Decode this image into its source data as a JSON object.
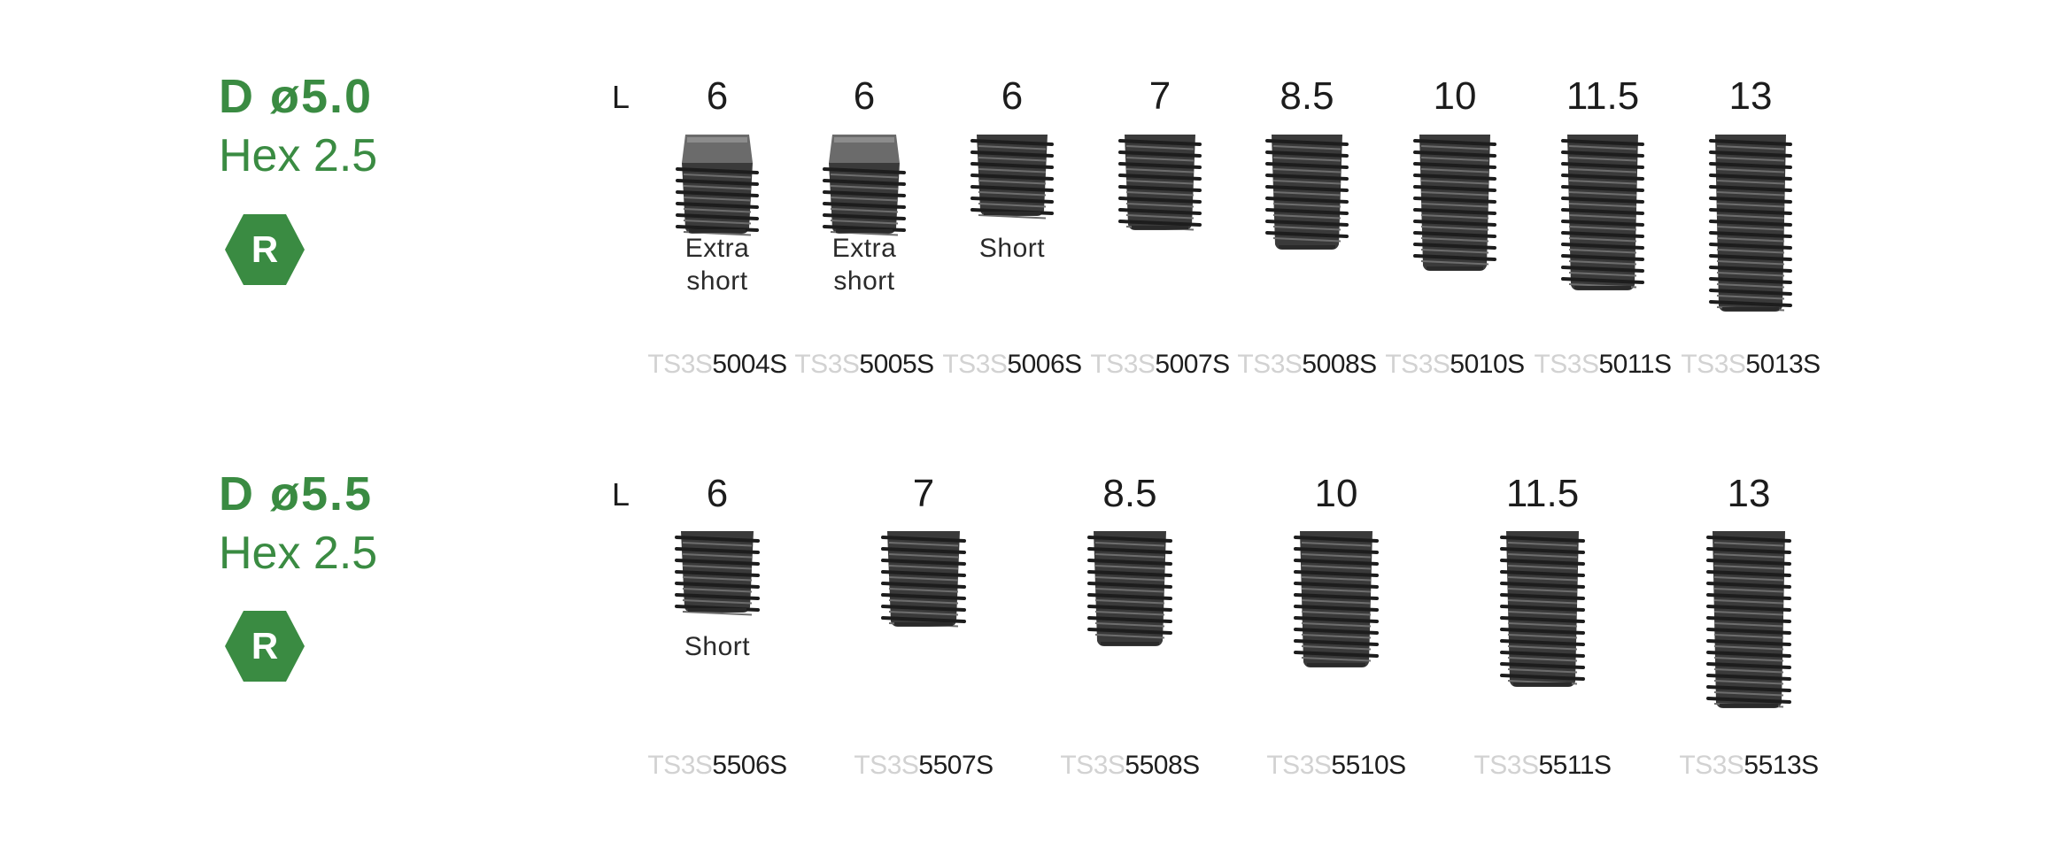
{
  "colors": {
    "brand_green": "#3a8b42",
    "implant_dark": "#3a3a3a"
  },
  "sections": [
    {
      "diameter_label": "D ø5.0",
      "hex_label": "Hex 2.5",
      "badge": {
        "icon": "hexagon-r-badge-icon",
        "letter": "R"
      },
      "length_header": "L",
      "implants": [
        {
          "length": "6",
          "caption": [
            "Extra",
            "short"
          ],
          "code_prefix": "TS3S",
          "code_suffix": "5004S",
          "collar": true,
          "body_ratio": 0.4
        },
        {
          "length": "6",
          "caption": [
            "Extra",
            "short"
          ],
          "code_prefix": "TS3S",
          "code_suffix": "5005S",
          "collar": true,
          "body_ratio": 0.4
        },
        {
          "length": "6",
          "caption": [
            "Short"
          ],
          "code_prefix": "TS3S",
          "code_suffix": "5006S",
          "collar": false,
          "body_ratio": 0.46
        },
        {
          "length": "7",
          "caption": [],
          "code_prefix": "TS3S",
          "code_suffix": "5007S",
          "collar": false,
          "body_ratio": 0.54
        },
        {
          "length": "8.5",
          "caption": [],
          "code_prefix": "TS3S",
          "code_suffix": "5008S",
          "collar": false,
          "body_ratio": 0.65
        },
        {
          "length": "10",
          "caption": [],
          "code_prefix": "TS3S",
          "code_suffix": "5010S",
          "collar": false,
          "body_ratio": 0.77
        },
        {
          "length": "11.5",
          "caption": [],
          "code_prefix": "TS3S",
          "code_suffix": "5011S",
          "collar": false,
          "body_ratio": 0.88
        },
        {
          "length": "13",
          "caption": [],
          "code_prefix": "TS3S",
          "code_suffix": "5013S",
          "collar": false,
          "body_ratio": 1.0
        }
      ]
    },
    {
      "diameter_label": "D ø5.5",
      "hex_label": "Hex 2.5",
      "badge": {
        "icon": "hexagon-r-badge-icon",
        "letter": "R"
      },
      "length_header": "L",
      "implants": [
        {
          "length": "6",
          "caption": [
            "Short"
          ],
          "code_prefix": "TS3S",
          "code_suffix": "5506S",
          "collar": false,
          "body_ratio": 0.46
        },
        {
          "length": "7",
          "caption": [],
          "code_prefix": "TS3S",
          "code_suffix": "5507S",
          "collar": false,
          "body_ratio": 0.54
        },
        {
          "length": "8.5",
          "caption": [],
          "code_prefix": "TS3S",
          "code_suffix": "5508S",
          "collar": false,
          "body_ratio": 0.65
        },
        {
          "length": "10",
          "caption": [],
          "code_prefix": "TS3S",
          "code_suffix": "5510S",
          "collar": false,
          "body_ratio": 0.77
        },
        {
          "length": "11.5",
          "caption": [],
          "code_prefix": "TS3S",
          "code_suffix": "5511S",
          "collar": false,
          "body_ratio": 0.88
        },
        {
          "length": "13",
          "caption": [],
          "code_prefix": "TS3S",
          "code_suffix": "5513S",
          "collar": false,
          "body_ratio": 1.0
        }
      ]
    }
  ]
}
